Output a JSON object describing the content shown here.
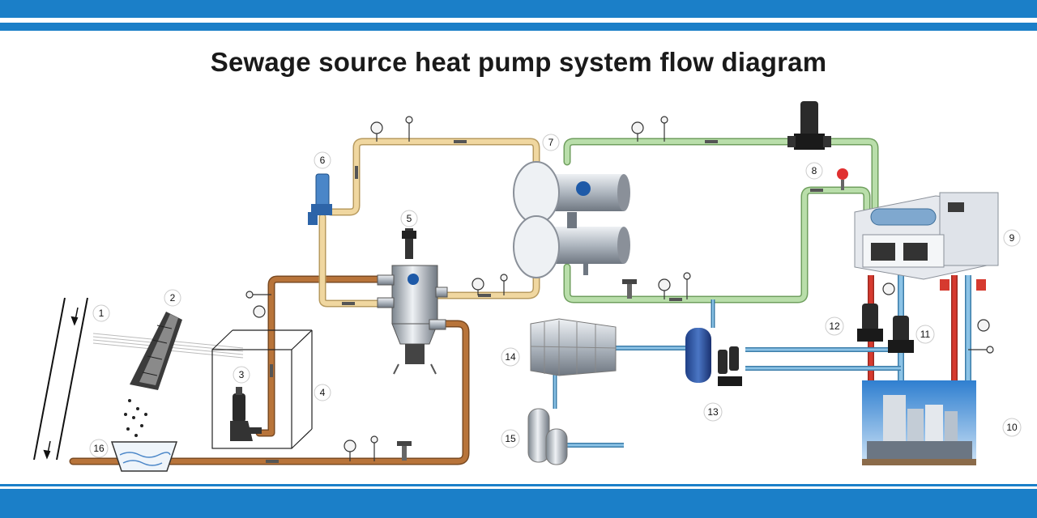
{
  "title": "Sewage source heat pump system flow diagram",
  "colors": {
    "band": "#1b7fc8",
    "sewage_pipe": "#b8743a",
    "inner_loop_pipe": "#e9c98a",
    "green_loop_pipe": "#9cc98a",
    "supply_pipe": "#d63a2f",
    "return_pipe": "#6aaed6"
  },
  "components": [
    {
      "number": "1",
      "icon": "sewage-channel-icon"
    },
    {
      "number": "2",
      "icon": "screen-filter-icon"
    },
    {
      "number": "3",
      "icon": "submersible-pump-icon"
    },
    {
      "number": "4",
      "icon": "sewage-pool-icon"
    },
    {
      "number": "5",
      "icon": "dirt-separator-icon"
    },
    {
      "number": "6",
      "icon": "pipeline-pump-icon"
    },
    {
      "number": "7",
      "icon": "heat-exchanger-icon"
    },
    {
      "number": "8",
      "icon": "circulation-pump-icon"
    },
    {
      "number": "9",
      "icon": "heat-pump-unit-icon"
    },
    {
      "number": "10",
      "icon": "building-icon"
    },
    {
      "number": "11",
      "icon": "pump-icon"
    },
    {
      "number": "12",
      "icon": "pump-icon"
    },
    {
      "number": "13",
      "icon": "expansion-tank-icon"
    },
    {
      "number": "14",
      "icon": "water-tank-icon"
    },
    {
      "number": "15",
      "icon": "softener-icon"
    },
    {
      "number": "16",
      "icon": "collection-trough-icon"
    }
  ]
}
